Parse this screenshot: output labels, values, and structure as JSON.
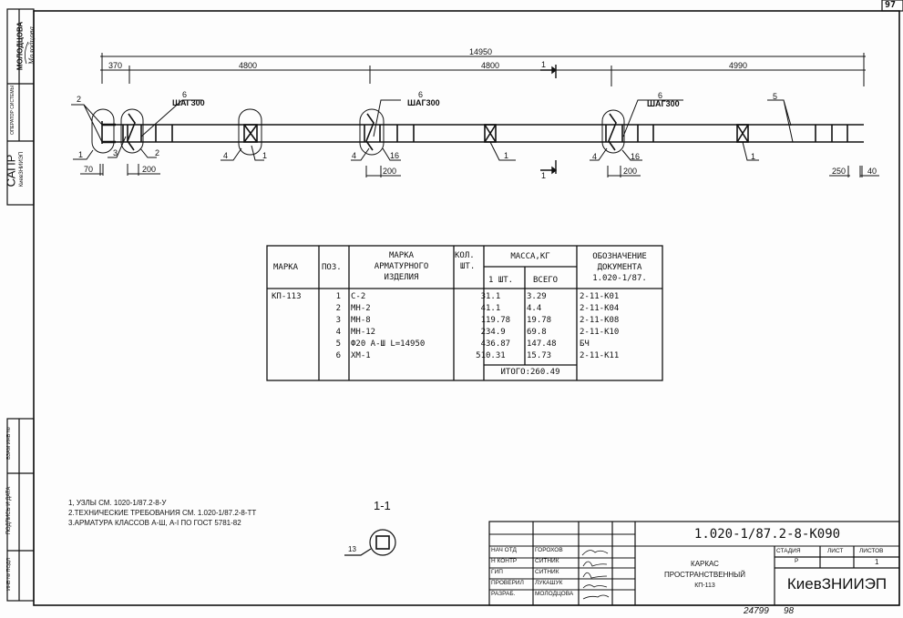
{
  "sheet_number": "97",
  "side_stamps": {
    "top": {
      "name": "МОЛОДЦОВА",
      "signature": "Молодцова",
      "operator": "ОПЕРАТОР СИСТЕМЫ",
      "sapr": "САПР",
      "org": "КиевЗНИИЭП"
    },
    "bottom": {
      "vzam": "ВЗАМ ИНВ №",
      "podpis": "ПОДПИСЬ И ДАТА",
      "inv": "ИНВ № ПОДЛ"
    }
  },
  "drawing": {
    "dims": {
      "total": "14950",
      "d370": "370",
      "d4800a": "4800",
      "d4800b": "4800",
      "d4990": "4990",
      "d70": "70",
      "d200a": "200",
      "d200b": "200",
      "d200c": "200",
      "d250": "250",
      "d40": "40"
    },
    "callouts": {
      "c2a": "2",
      "c1a": "1",
      "c3": "3",
      "c2b": "2",
      "c6a": "6",
      "step_a": "ШАГ300",
      "c4a": "4",
      "c1b": "1",
      "c4b": "4",
      "c16a": "16",
      "c6b": "6",
      "step_b": "ШАГ300",
      "c1c": "1",
      "c6c": "6",
      "step_c": "ШАГ300",
      "c4c": "4",
      "c16b": "16",
      "c5": "5",
      "c1d": "1"
    },
    "section_marks": {
      "top": "1",
      "bottom": "1"
    },
    "section": {
      "title": "1-1",
      "callout": "13"
    }
  },
  "spec_table": {
    "headers": {
      "marka": "МАРКА",
      "poz": "ПОЗ.",
      "item_l1": "МАРКА",
      "item_l2": "АРМАТУРНОГО",
      "item_l3": "ИЗДЕЛИЯ",
      "qty_l1": "КОЛ.",
      "qty_l2": "ШТ.",
      "mass": "МАССА,КГ",
      "mass_one": "1 ШТ.",
      "mass_total": "ВСЕГО",
      "doc_l1": "ОБОЗНАЧЕНИЕ",
      "doc_l2": "ДОКУМЕНТА",
      "doc_l3": "1.020-1/87."
    },
    "marka": "КП-113",
    "rows": [
      {
        "poz": "1",
        "item": "С-2",
        "qty": "3",
        "one": "1.1",
        "total": "3.29",
        "doc": "2-11-К01"
      },
      {
        "poz": "2",
        "item": "МН-2",
        "qty": "4",
        "one": "1.1",
        "total": "4.4",
        "doc": "2-11-К04"
      },
      {
        "poz": "3",
        "item": "МН-8",
        "qty": "1",
        "one": "19.78",
        "total": "19.78",
        "doc": "2-11-К08"
      },
      {
        "poz": "4",
        "item": "МН-12",
        "qty": "2",
        "one": "34.9",
        "total": "69.8",
        "doc": "2-11-К10"
      },
      {
        "poz": "5",
        "item": "Ф20 А-Ш L=14950",
        "qty": "4",
        "one": "36.87",
        "total": "147.48",
        "doc": "БЧ"
      },
      {
        "poz": "6",
        "item": "ХМ-1",
        "qty": "51",
        "one": "0.31",
        "total": "15.73",
        "doc": "2-11-К11"
      }
    ],
    "total": "ИТОГО:260.49"
  },
  "notes": [
    "1, УЗЛЫ СМ. 1020-1/87.2-8-У",
    "2.ТЕХНИЧЕСКИЕ ТРЕБОВАНИЯ СМ. 1.020-1/87.2-8-ТТ",
    "3.АРМАТУРА КЛАССОВ А-Ш, А-I ПО ГОСТ 5781-82"
  ],
  "title_block": {
    "code": "1.020-1/87.2-8-К090",
    "roles": [
      {
        "role": "НАЧ ОТД",
        "name": "ГОРОХОВ"
      },
      {
        "role": "Н КОНТР",
        "name": "СИТНИК"
      },
      {
        "role": "ГИП",
        "name": "СИТНИК"
      },
      {
        "role": "ПРОВЕРИЛ",
        "name": "ЛУКАШУК"
      },
      {
        "role": "РАЗРАБ.",
        "name": "МОЛОДЦОВА"
      }
    ],
    "title_l1": "КАРКАС",
    "title_l2": "ПРОСТРАНСТВЕННЫЙ",
    "title_l3": "КП-113",
    "stage_label": "СТАДИЯ",
    "sheet_label": "ЛИСТ",
    "sheets_label": "ЛИСТОВ",
    "stage": "Р",
    "sheet": "",
    "sheets": "1",
    "org": "КиевЗНИИЭП"
  },
  "footer": {
    "inv": "24799",
    "page": "98"
  }
}
